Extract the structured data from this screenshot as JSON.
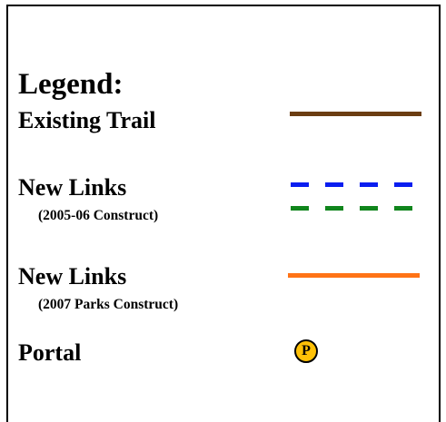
{
  "legend": {
    "title": "Legend:",
    "items": [
      {
        "label": "Existing Trail",
        "symbol": "solid-line",
        "color": "#6B3D12"
      },
      {
        "label": "New Links",
        "sublabel": "(2005-06 Construct)",
        "symbol": "dashed-lines",
        "colors": [
          "#0A1EF0",
          "#10851C"
        ]
      },
      {
        "label": "New Links",
        "sublabel": "(2007 Parks Construct)",
        "symbol": "solid-line",
        "color": "#FF7316"
      },
      {
        "label": "Portal",
        "symbol": "portal-icon",
        "icon_text": "P",
        "color": "#FFC107"
      }
    ]
  }
}
